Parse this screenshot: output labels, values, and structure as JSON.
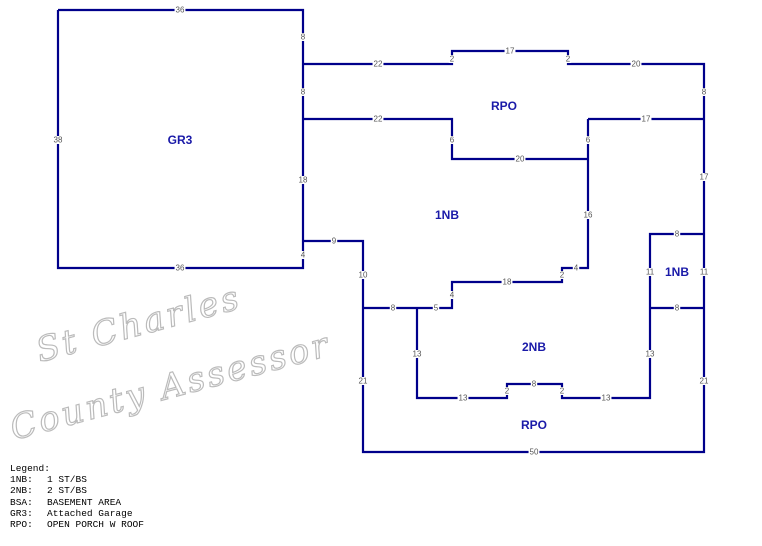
{
  "watermark": {
    "line1": "St Charles",
    "line2": "County Assessor"
  },
  "areas": [
    "GR3",
    "RPO",
    "1NB",
    "1NB",
    "2NB",
    "RPO"
  ],
  "dimensions": [
    "36",
    "38",
    "36",
    "8",
    "8",
    "18",
    "4",
    "22",
    "2",
    "17",
    "2",
    "20",
    "8",
    "17",
    "11",
    "21",
    "22",
    "6",
    "20",
    "6",
    "16",
    "17",
    "4",
    "2",
    "18",
    "4",
    "5",
    "8",
    "9",
    "10",
    "21",
    "13",
    "13",
    "2",
    "8",
    "2",
    "13",
    "11",
    "13",
    "8",
    "8",
    "50"
  ],
  "legend": {
    "title": "Legend:",
    "items": [
      {
        "code": "1NB:",
        "desc": "1 ST/BS"
      },
      {
        "code": "2NB:",
        "desc": "2 ST/BS"
      },
      {
        "code": "BSA:",
        "desc": "BASEMENT AREA"
      },
      {
        "code": "GR3:",
        "desc": "Attached Garage"
      },
      {
        "code": "RPO:",
        "desc": "OPEN PORCH W ROOF"
      }
    ]
  }
}
